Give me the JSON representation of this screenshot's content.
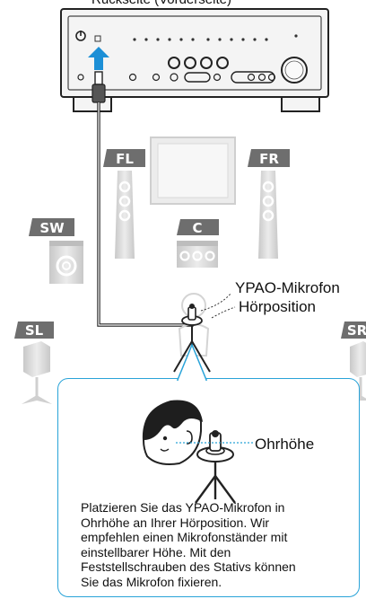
{
  "top_caption": "Rückseite (Vorderseite)",
  "speaker_tags": {
    "fl": "FL",
    "fr": "FR",
    "c": "C",
    "sw": "SW",
    "sl": "SL",
    "sr": "SR"
  },
  "mic_label": "YPAO-Mikrofon",
  "position_label": "Hörposition",
  "ear_label": "Ohrhöhe",
  "instruction": "Platzieren Sie das YPAO-Mikrofon in\nOhrhöhe an Ihrer Hörposition. Wir\nempfehlen einen Mikrofonständer mit\neinstellbarer Höhe. Mit den\nFeststellschrauben des Stativs können\nSie das Mikrofon fixieren.",
  "colors": {
    "tag": "#6e6e6e",
    "arrow": "#1c8fd6",
    "box_border": "#29a3d8",
    "speaker": "#d6d6d6",
    "tv": "#ececec"
  }
}
